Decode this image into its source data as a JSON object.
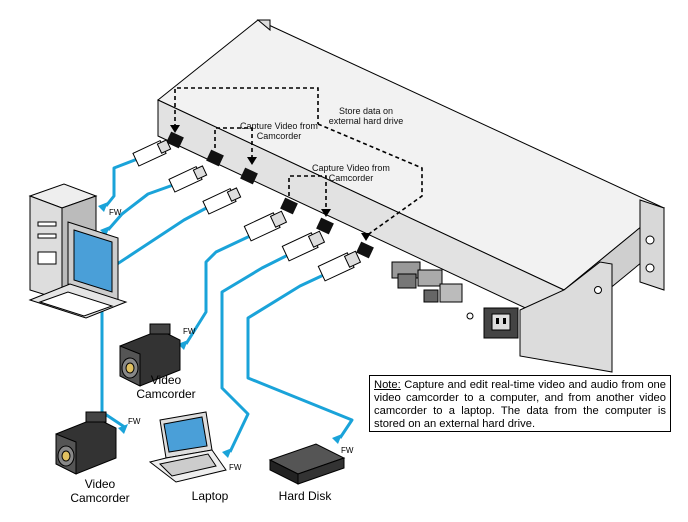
{
  "callouts": {
    "store": "Store data on external hard drive",
    "capture_top": "Capture Video from Camcorder",
    "capture_mid": "Capture Video from Camcorder"
  },
  "devices": {
    "camcorder_1": "Video Camcorder",
    "camcorder_2": "Video Camcorder",
    "laptop": "Laptop",
    "hard_disk": "Hard Disk"
  },
  "cable_label": "FW",
  "note": {
    "title": "Note:",
    "text": "Capture and edit real-time video and audio from one video camcorder to a computer, and from another video camcorder to a laptop. The data from the computer is stored on an external hard drive."
  },
  "colors": {
    "cable": "#1aa3d9",
    "outline": "#000000",
    "panel": "#e6e6e6",
    "screen": "#4a9fd8"
  }
}
